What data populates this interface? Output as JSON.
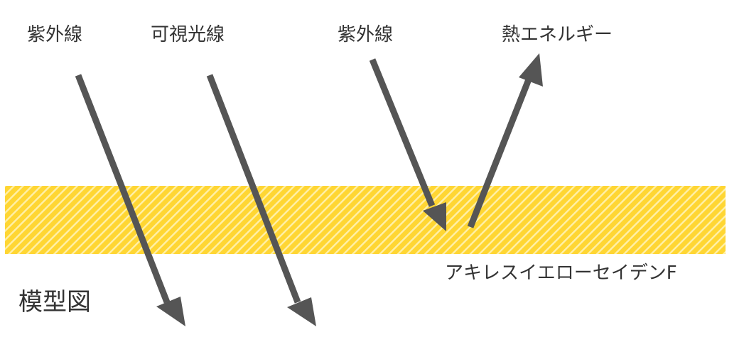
{
  "diagram": {
    "rays": {
      "uv_left": "紫外線",
      "visible": "可視光線",
      "uv_right": "紫外線",
      "heat": "熱エネルギー"
    },
    "film_label": "アキレスイエローセイデンF",
    "model_caption": "模型図",
    "colors": {
      "film": "#FFD633",
      "film_stripe": "#FFF0A8",
      "arrow": "#555555",
      "text": "#333333"
    }
  }
}
